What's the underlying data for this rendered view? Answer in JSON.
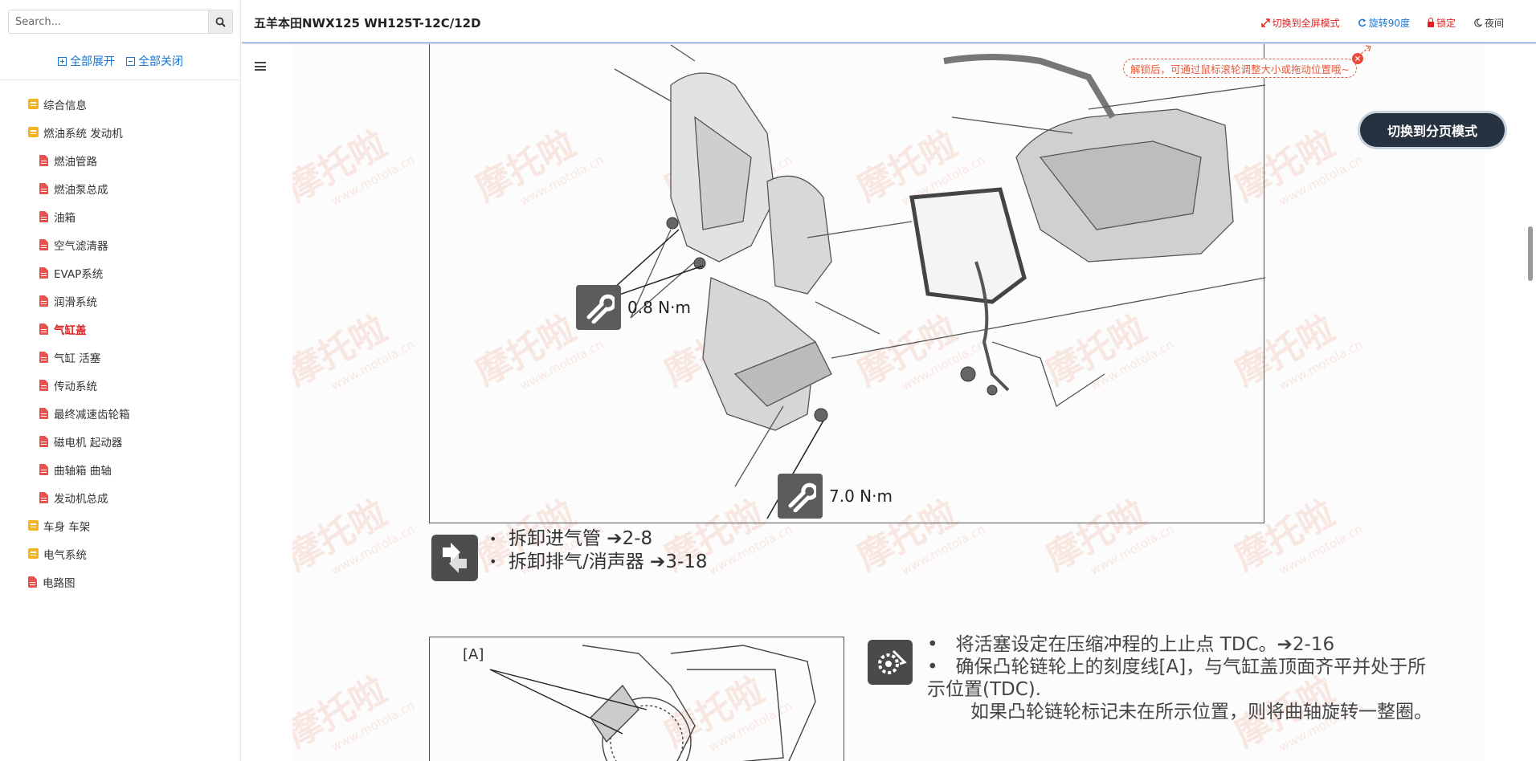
{
  "search": {
    "placeholder": "Search..."
  },
  "tree_controls": {
    "expand_all": "全部展开",
    "collapse_all": "全部关闭"
  },
  "tree": [
    {
      "label": "综合信息",
      "type": "folder",
      "level": 0
    },
    {
      "label": "燃油系统 发动机",
      "type": "folder",
      "level": 0
    },
    {
      "label": "燃油管路",
      "type": "pdf",
      "level": 1
    },
    {
      "label": "燃油泵总成",
      "type": "pdf",
      "level": 1
    },
    {
      "label": "油箱",
      "type": "pdf",
      "level": 1
    },
    {
      "label": "空气滤清器",
      "type": "pdf",
      "level": 1
    },
    {
      "label": "EVAP系统",
      "type": "pdf",
      "level": 1
    },
    {
      "label": "润滑系统",
      "type": "pdf",
      "level": 1
    },
    {
      "label": "气缸盖",
      "type": "pdf",
      "level": 1,
      "active": true
    },
    {
      "label": "气缸 活塞",
      "type": "pdf",
      "level": 1
    },
    {
      "label": "传动系统",
      "type": "pdf",
      "level": 1
    },
    {
      "label": "最终减速齿轮箱",
      "type": "pdf",
      "level": 1
    },
    {
      "label": "磁电机 起动器",
      "type": "pdf",
      "level": 1
    },
    {
      "label": "曲轴箱 曲轴",
      "type": "pdf",
      "level": 1
    },
    {
      "label": "发动机总成",
      "type": "pdf",
      "level": 1
    },
    {
      "label": "车身 车架",
      "type": "folder",
      "level": 0
    },
    {
      "label": "电气系统",
      "type": "folder",
      "level": 0
    },
    {
      "label": "电路图",
      "type": "pdf",
      "level": 0
    }
  ],
  "header": {
    "title": "五羊本田NWX125 WH125T-12C/12D",
    "fullscreen": "切换到全屏模式",
    "rotate": "旋转90度",
    "lock": "锁定",
    "night": "夜间"
  },
  "tooltip": {
    "text": "解锁后，可通过鼠标滚轮调整大小或拖动位置哦~",
    "close": "×"
  },
  "page_mode_button": "切换到分页模式",
  "document": {
    "torque_1": "0.8 N·m",
    "torque_2": "7.0 N·m",
    "steps": [
      "拆卸进气管 ➔2-8",
      "拆卸排气/消声器 ➔3-18"
    ],
    "bracket_label": "[A]",
    "notes": [
      "将活塞设定在压缩冲程的上止点 TDC。➔2-16",
      "确保凸轮链轮上的刻度线[A]，与气缸盖顶面齐平并处于所示位置(TDC).",
      "如果凸轮链轮标记未在所示位置，则将曲轴旋转一整圈。"
    ],
    "watermark_big": "摩托啦",
    "watermark_small": "www.motola.cn"
  },
  "colors": {
    "accent": "#1677d2",
    "active": "#e02020",
    "folder": "#f5b320",
    "pdf": "#e9534f",
    "tooltip": "#e65a3a"
  }
}
